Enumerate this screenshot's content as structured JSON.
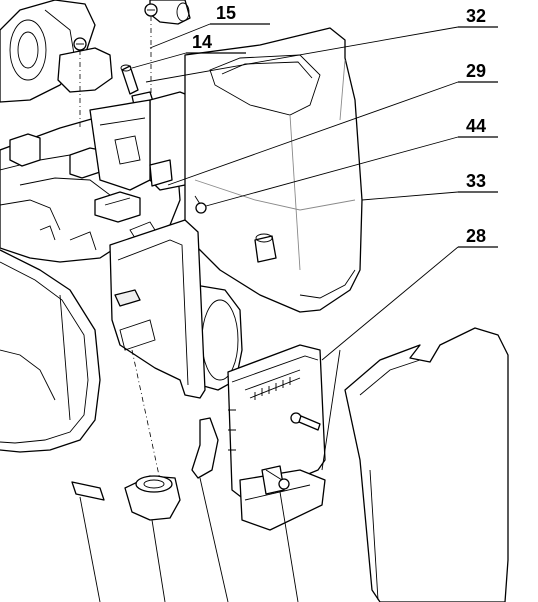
{
  "callouts": [
    {
      "id": "15",
      "label": "15"
    },
    {
      "id": "14",
      "label": "14"
    },
    {
      "id": "32",
      "label": "32"
    },
    {
      "id": "29",
      "label": "29"
    },
    {
      "id": "44",
      "label": "44"
    },
    {
      "id": "33",
      "label": "33"
    },
    {
      "id": "28",
      "label": "28"
    }
  ],
  "colors": {
    "ink": "#000000",
    "paper": "#ffffff",
    "shade": "#efefef"
  }
}
